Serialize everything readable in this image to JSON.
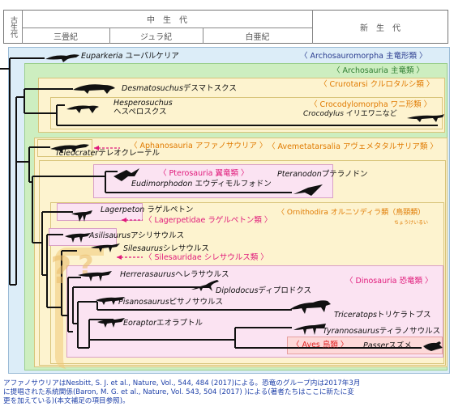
{
  "header": {
    "era_col1": "古生代",
    "era_main": "中　生　代",
    "period_1": "三畳紀",
    "period_2": "ジュラ紀",
    "period_3": "白亜紀",
    "era_cenozoic": "新　生　代"
  },
  "taxa": {
    "euparkeria_it": "Euparkeria",
    "euparkeria_ja": "ユーパルケリア",
    "desmatosuchus_it": "Desmatosuchus",
    "desmatosuchus_ja": "デスマトスクス",
    "hesperosuchus_it": "Hesperosuchus",
    "hesperosuchus_ja": "ヘスペロスクス",
    "crocodylus_it": "Crocodylus",
    "crocodylus_ja": "イリエワニなど",
    "teleocrater_it": "Teleocrater",
    "teleocrater_ja": "テレオクレーテル",
    "eudimorphodon_it": "Eudimorphodon",
    "eudimorphodon_ja": "エウディモルフォドン",
    "pteranodon_it": "Pteranodon",
    "pteranodon_ja": "プテラノドン",
    "lagerpeton_it": "Lagerpeton",
    "lagerpeton_ja": "ラゲルペトン",
    "asilisaurus_it": "Asilisaurus",
    "asilisaurus_ja": "アシリサウルス",
    "silesaurus_it": "Silesaurus",
    "silesaurus_ja": "シレサウルス",
    "herrerasaurus_it": "Herrerasaurus",
    "herrerasaurus_ja": "ヘレラサウルス",
    "diplodocus_it": "Diplodocus",
    "diplodocus_ja": "ディプロドクス",
    "pisanosaurus_it": "Pisanosaurus",
    "pisanosaurus_ja": "ピサノサウルス",
    "triceratops_it": "Triceratops",
    "triceratops_ja": "トリケラトプス",
    "eoraptor_it": "Eoraptor",
    "eoraptor_ja": "エオラプトル",
    "tyrannosaurus_it": "Tyrannosaurus",
    "tyrannosaurus_ja": "ティラノサウルス",
    "passer_it": "Passer",
    "passer_ja": "スズメ"
  },
  "groups": {
    "archosauromorpha": "〈 Archosauromorpha 主竜形類 〉",
    "archosauria": "〈 Archosauria 主竜類 〉",
    "crurotarsi": "〈 Crurotarsi クルロタルシ類 〉",
    "crocodylomorpha": "〈 Crocodylomorpha ワニ形類 〉",
    "aphanosauria": "〈 Aphanosauria アファノサウリア 〉",
    "avemetatarsalia": "〈 Avemetatarsalia アヴェメタタルサリア類 〉",
    "pterosauria": "〈 Pterosauria 翼竜類 〉",
    "ornithodira": "〈 Ornithodira オルニソディラ類（鳥頸類）",
    "ornithodira_reading": "ちょうけいるい",
    "lagerpetidae": "〈 Lagerpetidae ラゲルペトン類 〉",
    "silesauridae": "〈 Silesauridae シレサウルス類 〉",
    "dinosauria": "〈 Dinosauria 恐竜類 〉",
    "aves": "〈 Aves 鳥類 〉"
  },
  "footnote": {
    "line1": "アファノサウリアはNesbitt, S. J. et al., Nature, Vol., 544, 484 (2017)による。恐竜のグループ内は2017年3月",
    "line2": "に提唱された系統関係(Baron, M. G. et al., Nature, Vol. 543, 504 (2017) )による(著者たちはここに新たに変",
    "line3": "更を加えている)(本文補足の項目参照)。"
  },
  "colors": {
    "archosauromorpha_box": "#dcedf8",
    "archosauria_box": "#cdeec0",
    "crurotarsi_box": "#fdf3cf",
    "avemetatarsalia_box": "#fdf3cf",
    "pink_box": "#fbe3f2",
    "aves_box": "#fdd9d9",
    "blue_label": "#2a3c8f",
    "green_label": "#2e7d32",
    "orange_label": "#e07a00",
    "pink_label": "#e0197a",
    "red_label": "#e02020",
    "footnote_text": "#1d3fa8"
  }
}
